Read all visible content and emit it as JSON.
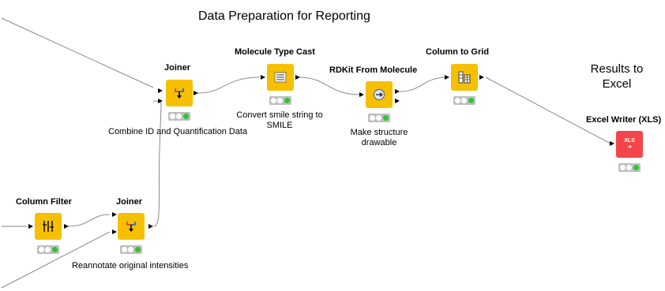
{
  "workflow": {
    "title": "Data Preparation for Reporting",
    "results_label": [
      "Results to",
      "Excel"
    ]
  },
  "nodes": [
    {
      "id": "joiner-top",
      "title": "Joiner",
      "note": [
        "Combine ID and Quantification Data"
      ],
      "icon": "joiner-icon",
      "status": "executed",
      "color": "#f6c000"
    },
    {
      "id": "molecule-type-cast",
      "title": "Molecule Type Cast",
      "note": [
        "Convert smile string to",
        "SMILE"
      ],
      "icon": "type-cast-icon",
      "status": "executed",
      "color": "#f6c000"
    },
    {
      "id": "rdkit-from-molecule",
      "title": "RDKit From Molecule",
      "note": [
        "Make structure",
        "drawable"
      ],
      "icon": "rdkit-icon",
      "status": "executed",
      "color": "#f6c000"
    },
    {
      "id": "column-to-grid",
      "title": "Column to Grid",
      "note": [],
      "icon": "grid-icon",
      "status": "executed",
      "color": "#f6c000"
    },
    {
      "id": "excel-writer",
      "title": "Excel Writer (XLS)",
      "note": [],
      "icon": "xls-icon",
      "icon_text": "XLS",
      "status": "executed",
      "color": "#f2464a"
    },
    {
      "id": "column-filter",
      "title": "Column Filter",
      "note": [],
      "icon": "filter-icon",
      "status": "executed",
      "color": "#f6c000"
    },
    {
      "id": "joiner-bottom",
      "title": "Joiner",
      "note": [
        "Reannotate original intensities"
      ],
      "icon": "joiner-icon",
      "status": "executed",
      "color": "#f6c000"
    }
  ]
}
